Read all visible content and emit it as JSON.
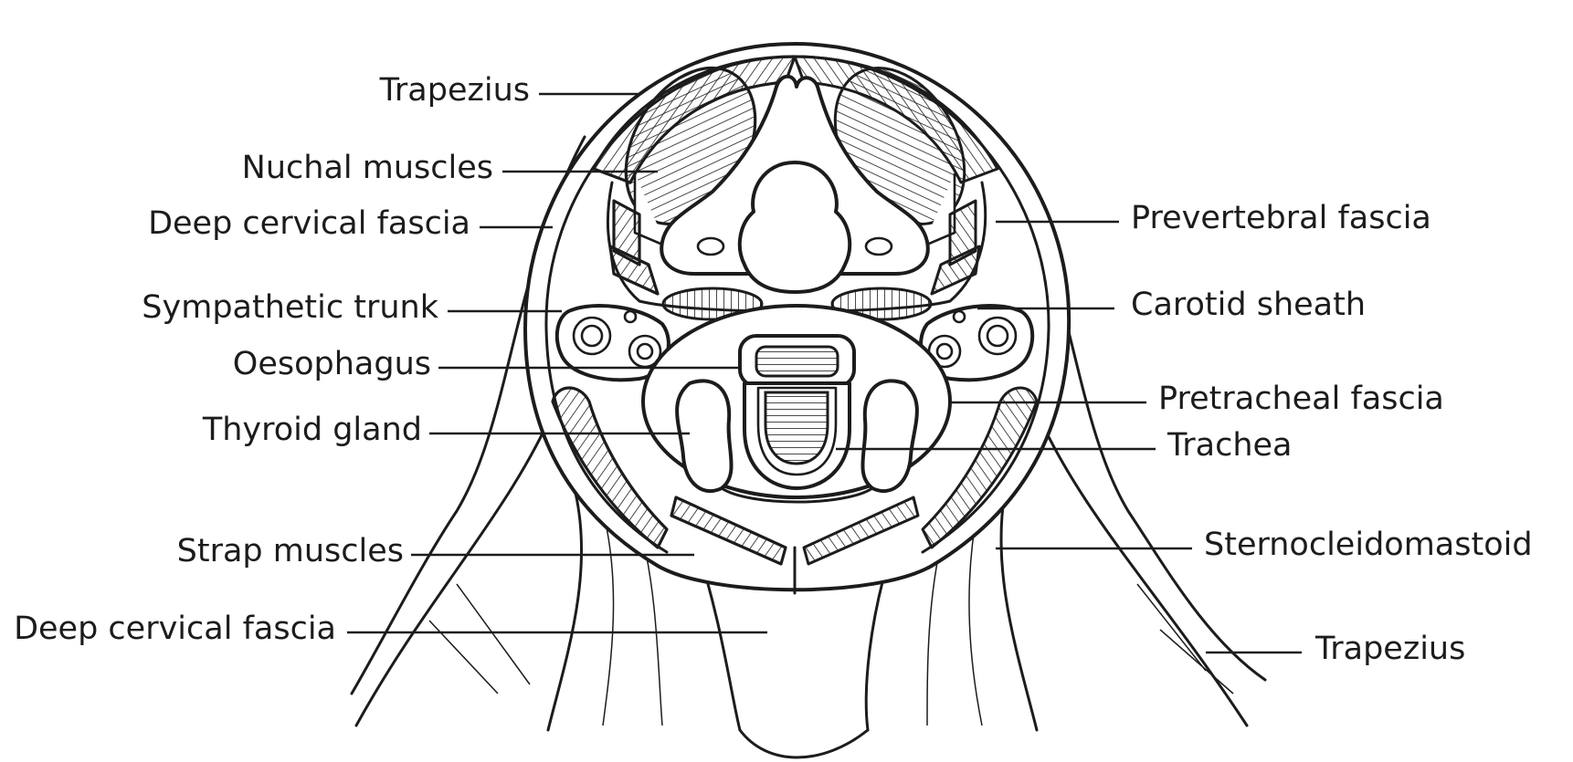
{
  "labels": {
    "trapezius_top": "Trapezius",
    "nuchal_muscles": "Nuchal muscles",
    "deep_cervical_fascia_top": "Deep cervical fascia",
    "sympathetic_trunk": "Sympathetic trunk",
    "oesophagus": "Oesophagus",
    "thyroid_gland": "Thyroid gland",
    "strap_muscles": "Strap muscles",
    "deep_cervical_fascia_bottom": "Deep cervical fascia",
    "prevertebral_fascia": "Prevertebral fascia",
    "carotid_sheath": "Carotid sheath",
    "pretracheal_fascia": "Pretracheal fascia",
    "trachea": "Trachea",
    "sternocleidomastoid": "Sternocleidomastoid",
    "trapezius_bottom": "Trapezius"
  },
  "colors": {
    "ink": "#1c1c1c",
    "paper": "#ffffff"
  }
}
